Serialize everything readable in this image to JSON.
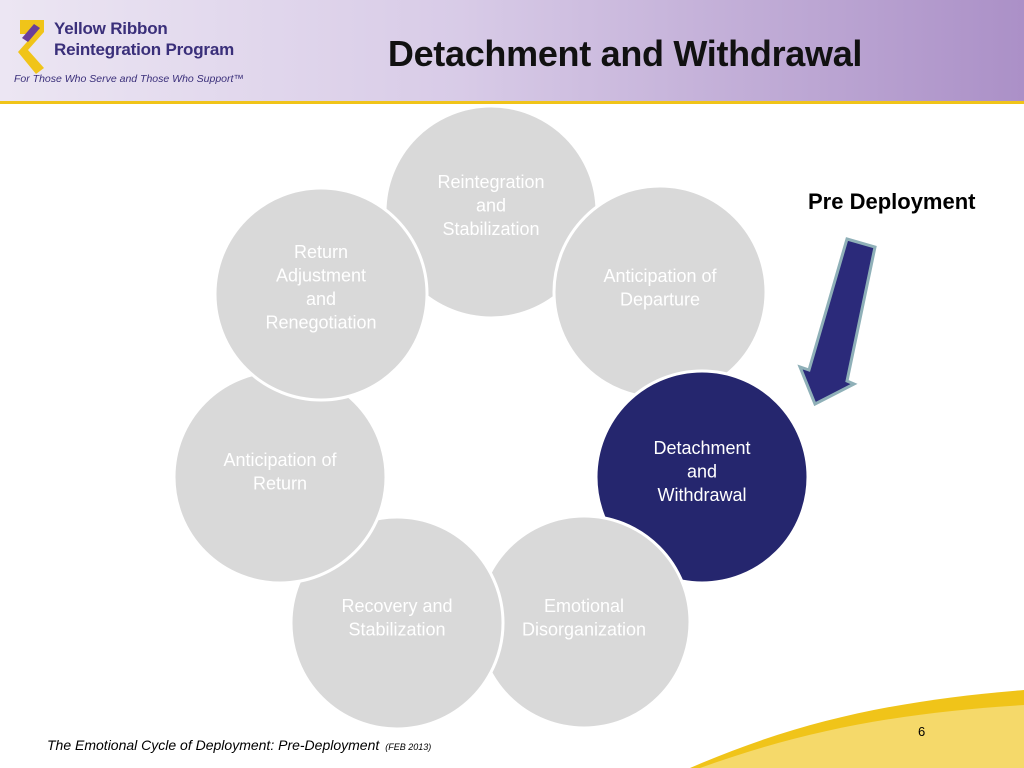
{
  "header": {
    "logo_line1": "Yellow Ribbon",
    "logo_line2": "Reintegration Program",
    "logo_tagline": "For Those Who Serve and Those Who Support™",
    "title": "Detachment and Withdrawal"
  },
  "cycle": {
    "nodes": [
      {
        "id": "reintegration",
        "lines": [
          "Reintegration",
          "and",
          "Stabilization"
        ],
        "active": false
      },
      {
        "id": "anticipation-of-departure",
        "lines": [
          "Anticipation of",
          "Departure"
        ],
        "active": false
      },
      {
        "id": "detachment",
        "lines": [
          "Detachment",
          "and",
          "Withdrawal"
        ],
        "active": true
      },
      {
        "id": "emotional-disorganization",
        "lines": [
          "Emotional",
          "Disorganization"
        ],
        "active": false
      },
      {
        "id": "recovery",
        "lines": [
          "Recovery and",
          "Stabilization"
        ],
        "active": false
      },
      {
        "id": "anticipation-of-return",
        "lines": [
          "Anticipation of",
          "Return"
        ],
        "active": false
      },
      {
        "id": "return-adjustment",
        "lines": [
          "Return",
          "Adjustment",
          "and",
          "Renegotiation"
        ],
        "active": false
      }
    ]
  },
  "callout": {
    "label": "Pre Deployment"
  },
  "footer": {
    "caption": "The Emotional Cycle of Deployment:  Pre-Deployment",
    "date": "(FEB 2013)",
    "page_number": "6"
  },
  "colors": {
    "node_fill": "#d9d9d9",
    "node_text": "#ffffff",
    "active_fill": "#25266e",
    "arrow_fill": "#2b2a7a",
    "arrow_outline": "#8fb0b8",
    "accent_yellow": "#f0c419",
    "brand_purple": "#3a2f7a"
  }
}
